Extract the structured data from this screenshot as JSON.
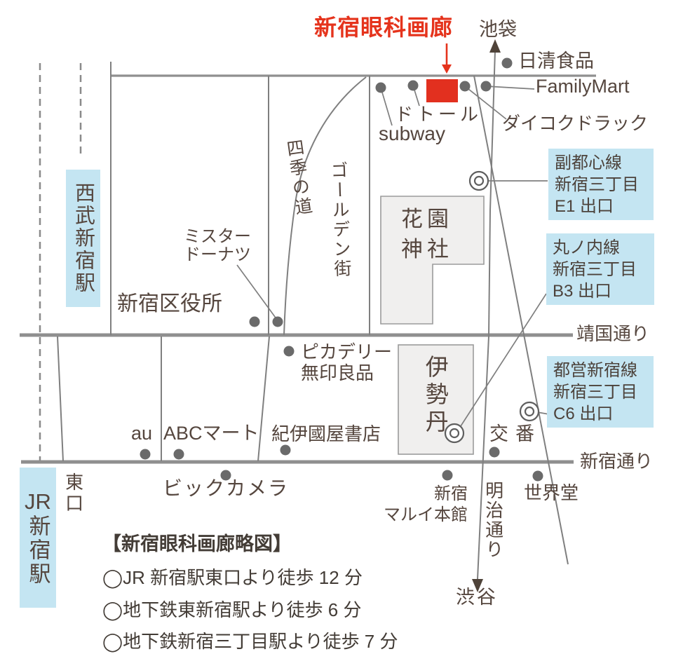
{
  "title": "新宿眼科画廊",
  "directions": {
    "north": "池袋",
    "south": "渋谷"
  },
  "roads": {
    "yasukuni": "靖国通り",
    "shinjuku": "新宿通り",
    "meiji": "明治通り",
    "shiki_no_michi": "四季の道",
    "golden_gai": "ゴールデン街"
  },
  "stations": {
    "seibu": "西武新宿駅",
    "jr_prefix": "JR",
    "jr_name": "新宿駅",
    "east_exit": "東口"
  },
  "places": {
    "nissin": "日清食品",
    "familymart": "FamilyMart",
    "doutor": "ドトール",
    "subway": "subway",
    "daikoku": "ダイコクドラック",
    "mister_donut_1": "ミスター",
    "mister_donut_2": "ドーナツ",
    "city_office": "新宿区役所",
    "hanazono_1": "花園",
    "hanazono_2": "神社",
    "picadilly": "ピカデリー",
    "muji": "無印良品",
    "isetan": "伊勢丹",
    "kinokuniya": "紀伊國屋書店",
    "au": "au",
    "abc_mart": "ABCマート",
    "koban": "交番",
    "bic_camera": "ビックカメラ",
    "marui_1": "新宿",
    "marui_2": "マルイ本館",
    "sekaido": "世界堂"
  },
  "exits": [
    {
      "lines": [
        "副都心線",
        "新宿三丁目",
        "E1 出口"
      ]
    },
    {
      "lines": [
        "丸ノ内線",
        "新宿三丁目",
        "B3 出口"
      ]
    },
    {
      "lines": [
        "都営新宿線",
        "新宿三丁目",
        "C6 出口"
      ]
    }
  ],
  "legend": {
    "title": "【新宿眼科画廊略図】",
    "items": [
      "◯JR 新宿駅東口より徒歩 12 分",
      "◯地下鉄東新宿駅より徒歩 6 分",
      "◯地下鉄新宿三丁目駅より徒歩 7 分"
    ]
  },
  "colors": {
    "accent_red": "#e5331c",
    "station_blue": "#c4e5f2",
    "building_gray": "#f0efee",
    "road_gray": "#8f8f8f",
    "text_brown": "#55463e"
  }
}
